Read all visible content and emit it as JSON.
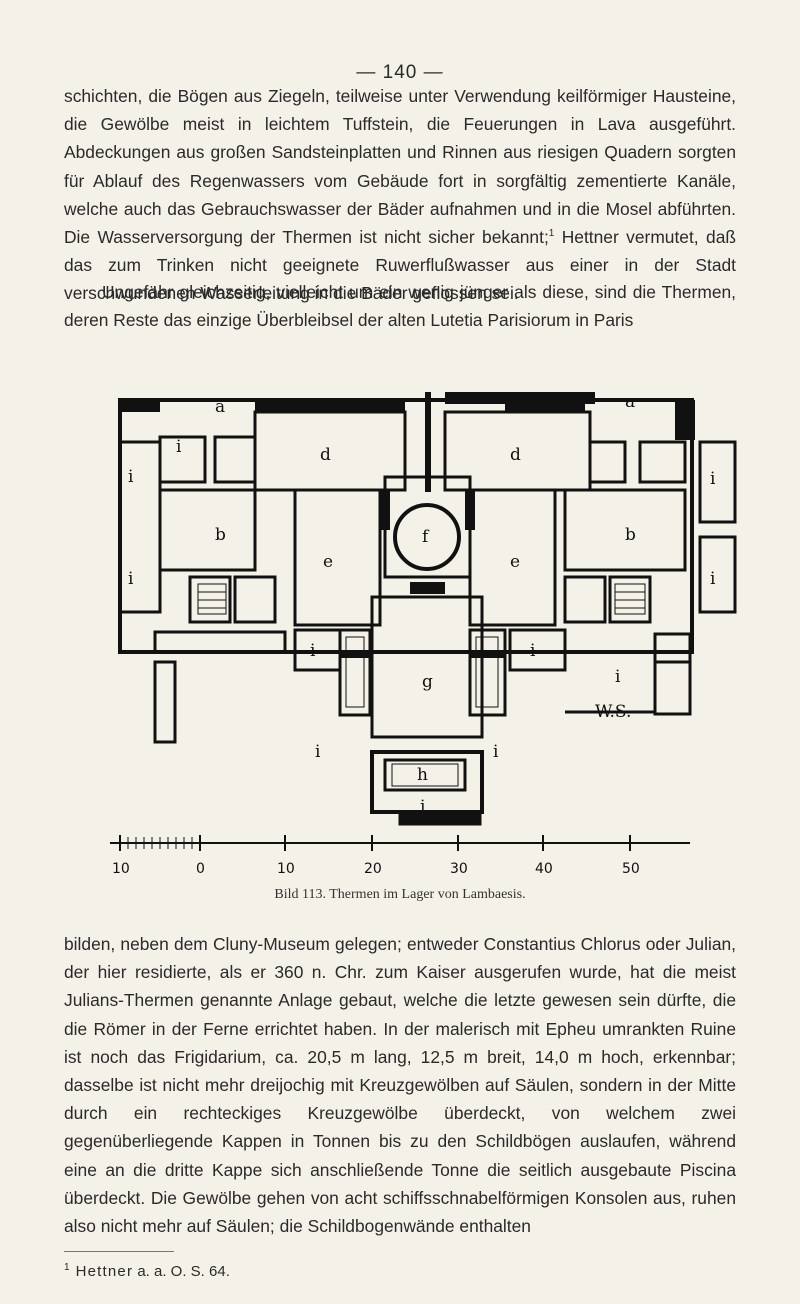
{
  "page_number": "— 140 —",
  "paragraph_1": {
    "before_footnote": "schichten, die Bögen aus Ziegeln, teilweise unter Verwendung keilförmiger Hausteine, die Gewölbe meist in leichtem Tuffstein, die Feuerungen in Lava ausgeführt. Abdeckungen aus großen Sandsteinplatten und Rinnen aus riesigen Quadern sorgten für Ablauf des Regenwassers vom Gebäude fort in sorgfältig zementierte Kanäle, welche auch das Gebrauchswasser der Bäder aufnahmen und in die Mosel abführten. Die Wasserversorgung der Thermen ist nicht sicher bekannt;",
    "footnote_ref": "1",
    "after_footnote": " Hettner vermutet, daß das zum Trinken nicht geeignete Ruwerflußwasser aus einer in der Stadt verschwundenen Wasserleitung in die Bäder geflossen sei."
  },
  "paragraph_2": "Ungefähr gleichzeitig, vielleicht um ein wenig jünger als diese, sind die Thermen, deren Reste das einzige Überbleibsel der alten Lutetia Parisiorum in Paris",
  "figure": {
    "caption": "Bild 113. Thermen im Lager von Lambaesis.",
    "labels": {
      "a": "a",
      "b": "b",
      "d": "d",
      "e": "e",
      "f": "f",
      "g": "g",
      "h": "h",
      "i": "i",
      "ws": "W.S."
    },
    "scale_labels": [
      "10",
      "0",
      "10",
      "20",
      "30",
      "40",
      "50"
    ]
  },
  "paragraph_3": "bilden, neben dem Cluny-Museum gelegen; entweder Constantius Chlorus oder Julian, der hier residierte, als er 360 n. Chr. zum Kaiser ausgerufen wurde, hat die meist Julians-Thermen genannte Anlage gebaut, welche die letzte gewesen sein dürfte, die die Römer in der Ferne errichtet haben. In der malerisch mit Epheu umrankten Ruine ist noch das Frigidarium, ca. 20,5 m lang, 12,5 m breit, 14,0 m hoch, erkennbar; dasselbe ist nicht mehr dreijochig mit Kreuzgewölben auf Säulen, sondern in der Mitte durch ein rechteckiges Kreuzgewölbe überdeckt, von welchem zwei gegenüberliegende Kappen in Tonnen bis zu den Schildbögen auslaufen, während eine an die dritte Kappe sich anschließende Tonne die seitlich ausgebaute Piscina überdeckt. Die Gewölbe gehen von acht schiffsschnabelförmigen Konsolen aus, ruhen also nicht mehr auf Säulen; die Schildbogenwände enthalten",
  "footnote": {
    "mark": "1",
    "author": "Hettner",
    "rest": " a. a. O. S. 64."
  },
  "colors": {
    "paper": "#f4f1e8",
    "ink": "#2a2a2a",
    "wall": "#111111"
  }
}
